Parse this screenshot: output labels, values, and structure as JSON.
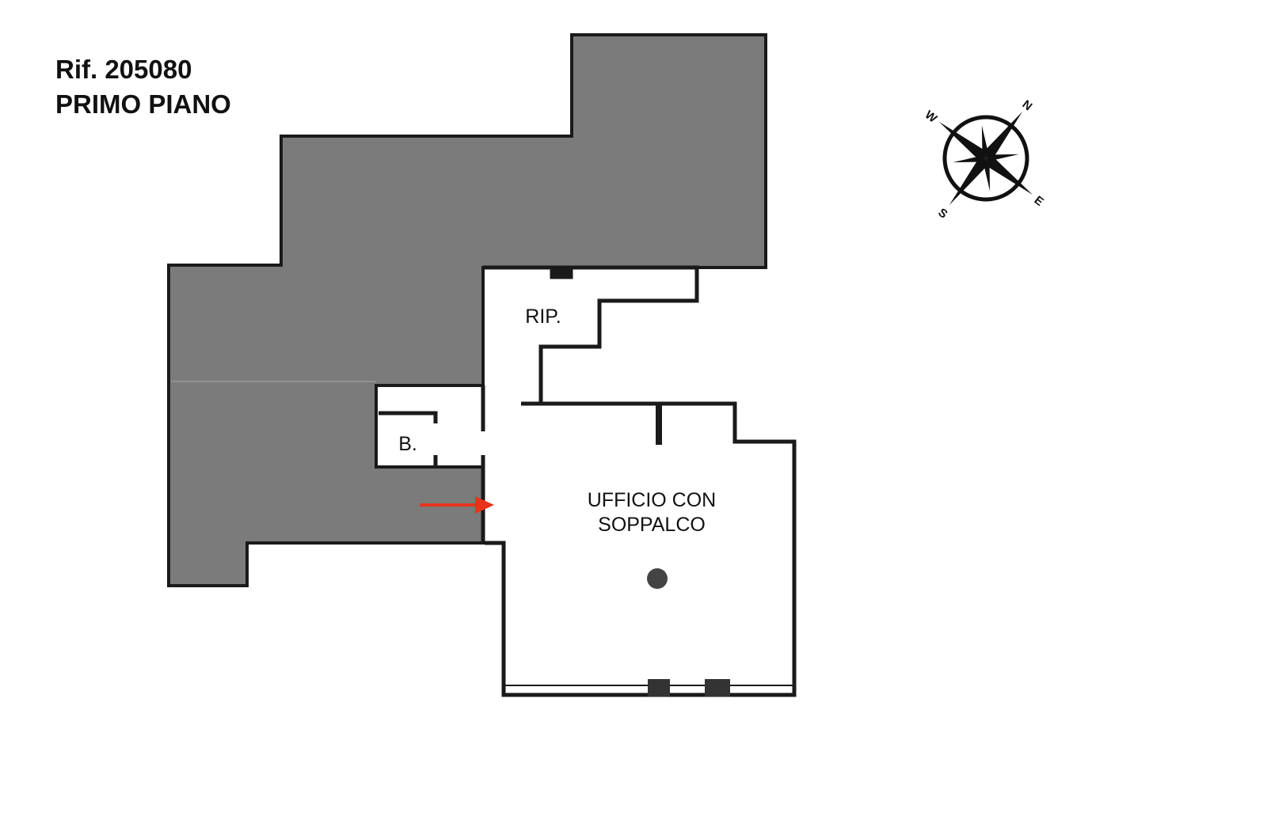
{
  "header": {
    "reference": "Rif. 205080",
    "floor": "PRIMO PIANO"
  },
  "rooms": {
    "storage": "RIP.",
    "bathroom": "B.",
    "office_line1": "UFFICIO CON",
    "office_line2": "SOPPALCO"
  },
  "compass": {
    "n": "N",
    "e": "E",
    "s": "S",
    "w": "W"
  },
  "colors": {
    "excluded_area": "#7b7b7b",
    "wall": "#1a1a1a",
    "entrance_arrow": "#e8341c"
  }
}
